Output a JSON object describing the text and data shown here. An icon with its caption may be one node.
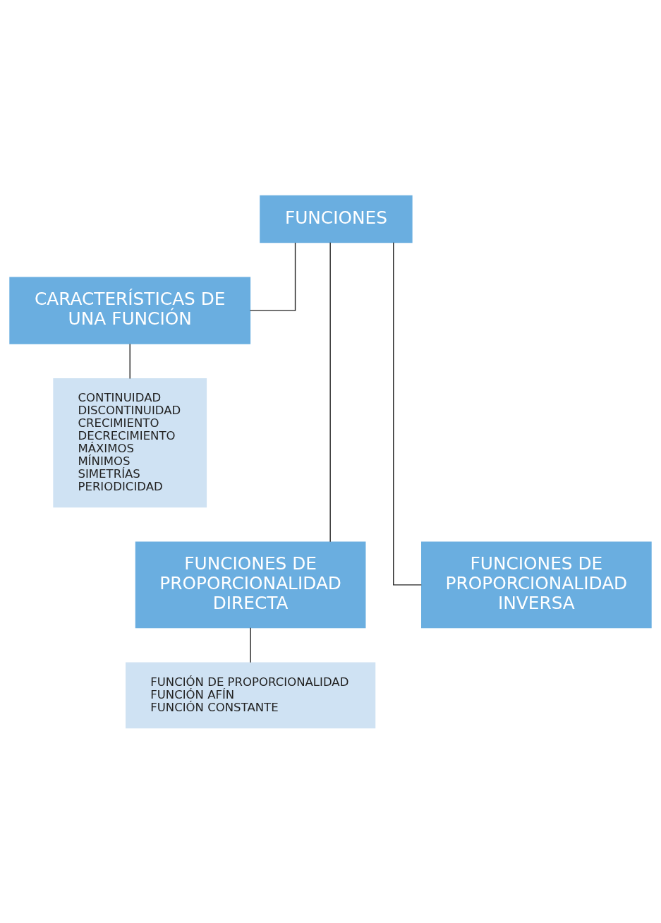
{
  "diagram": {
    "nodes": [
      {
        "text": [
          "FUNCIONES"
        ]
      },
      {
        "text": [
          "CARACTERÍSTICAS DE UNA FUNCIÓN"
        ]
      },
      {
        "text": [
          "CONTINUIDAD",
          "DISCONTINUIDAD",
          "CRECIMIENTO",
          "DECRECIMIENTO",
          "MÁXIMOS",
          "MÍNIMOS",
          "SIMETRÍAS",
          "PERIODICIDAD"
        ]
      },
      {
        "text": [
          "FUNCIONES DE PROPORCIONALIDAD DIRECTA"
        ]
      },
      {
        "text": [
          "FUNCIONES DE PROPORCIONALIDAD INVERSA"
        ]
      },
      {
        "text": [
          "FUNCIÓN DE PROPORCIONALIDAD",
          "FUNCIÓN AFÍN",
          "FUNCIÓN CONSTANTE"
        ]
      }
    ],
    "edges": [
      {
        "from": 0,
        "to": 1,
        "arrow": "none"
      },
      {
        "from": 1,
        "to": 2,
        "arrow": "none"
      },
      {
        "from": 0,
        "to": 3,
        "arrow": "none"
      },
      {
        "from": 0,
        "to": 4,
        "arrow": "none"
      },
      {
        "from": 3,
        "to": 5,
        "arrow": "none"
      }
    ]
  }
}
